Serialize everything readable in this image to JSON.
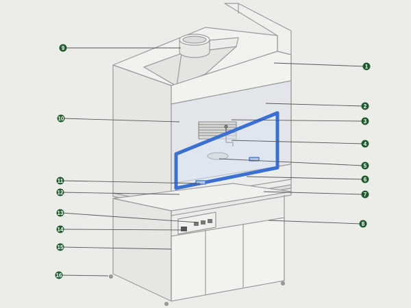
{
  "diagram": {
    "subject": "Laboratory fume hood with base cabinet, parts numbered 1-16",
    "callouts": [
      {
        "label": "1"
      },
      {
        "label": "2"
      },
      {
        "label": "3"
      },
      {
        "label": "4"
      },
      {
        "label": "5"
      },
      {
        "label": "6"
      },
      {
        "label": "7"
      },
      {
        "label": "8"
      },
      {
        "label": "9"
      },
      {
        "label": "10"
      },
      {
        "label": "11"
      },
      {
        "label": "12"
      },
      {
        "label": "13"
      },
      {
        "label": "14"
      },
      {
        "label": "15"
      },
      {
        "label": "16"
      }
    ],
    "colors": {
      "background": "#ecece8",
      "badge": "#1e5a2e",
      "leader_line": "#555555",
      "outline": "#9a9a9a",
      "sash_frame": "#3b6fd0",
      "glass": "#dfe7f2"
    }
  }
}
